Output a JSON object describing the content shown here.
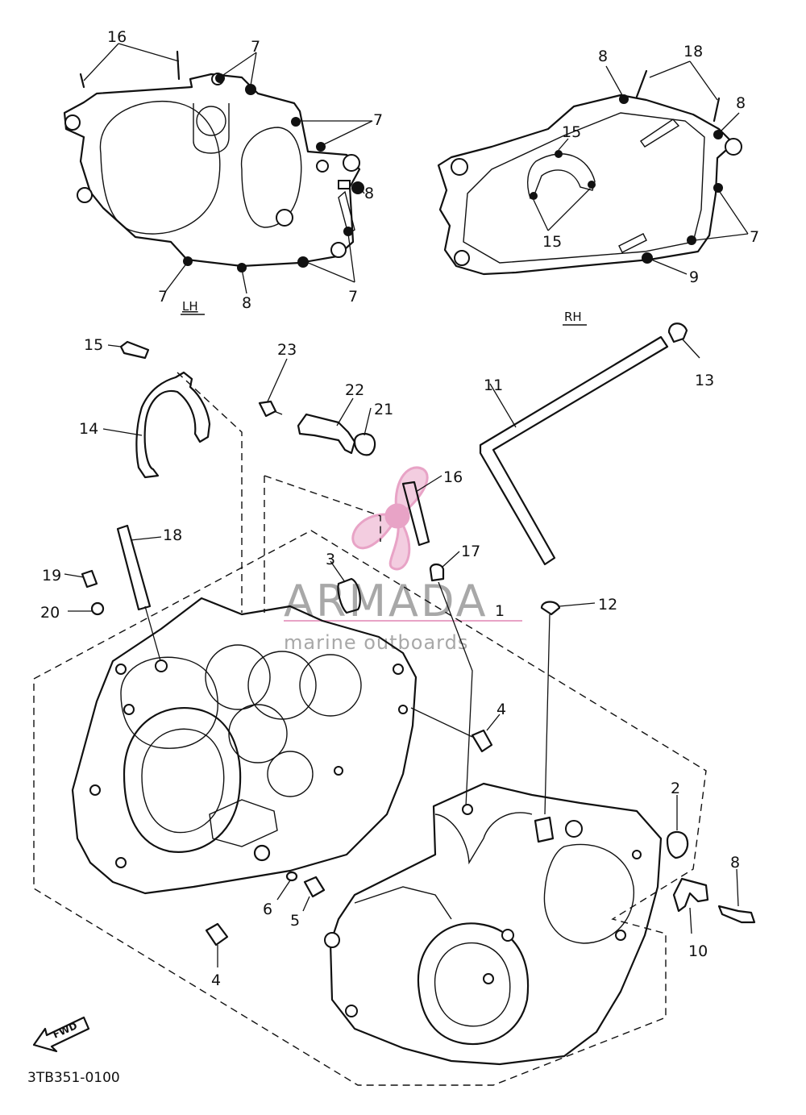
{
  "diagram": {
    "part_code": "3TB351-0100",
    "views": {
      "left": "LH",
      "right": "RH"
    },
    "fwd_label": "FWD",
    "watermark": {
      "brand": "ARMADA",
      "tagline": "marine outboards"
    },
    "callouts": {
      "lh_gasket": [
        "16",
        "7",
        "7",
        "8",
        "7",
        "8",
        "7"
      ],
      "rh_gasket": [
        "8",
        "18",
        "8",
        "15",
        "15",
        "7",
        "9"
      ],
      "parts": [
        "15",
        "14",
        "23",
        "22",
        "21",
        "16",
        "11",
        "13",
        "18",
        "19",
        "20",
        "3",
        "17",
        "12",
        "1",
        "4",
        "2",
        "8",
        "10",
        "6",
        "5",
        "4"
      ]
    }
  }
}
